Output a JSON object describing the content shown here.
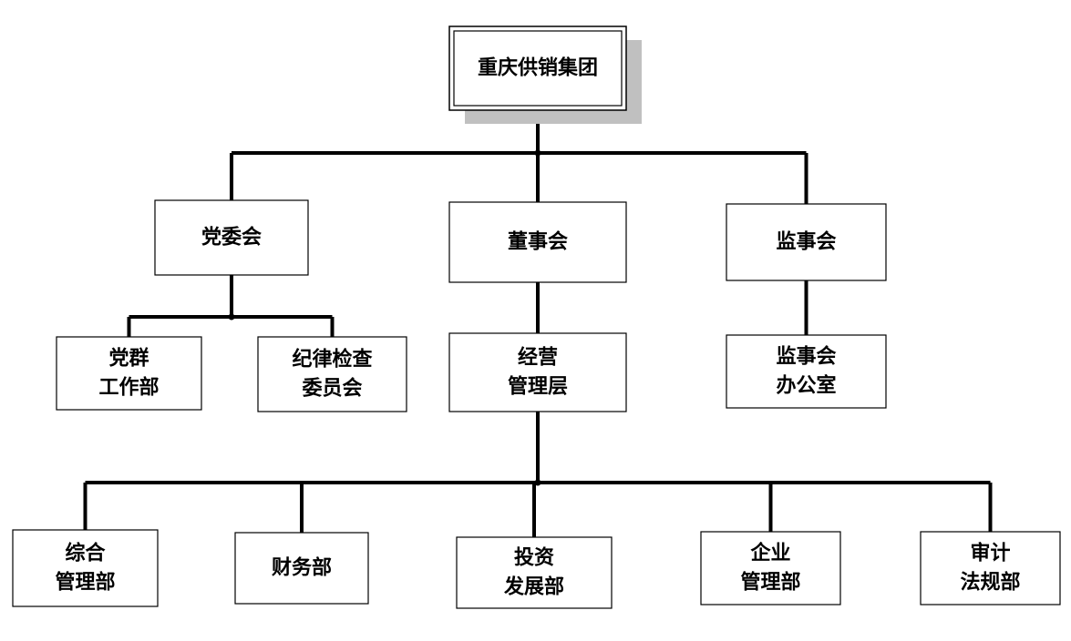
{
  "diagram": {
    "nodes": [
      {
        "id": "root",
        "lines": [
          "重庆供销集团"
        ]
      },
      {
        "id": "party-committee",
        "lines": [
          "党委会"
        ]
      },
      {
        "id": "board",
        "lines": [
          "董事会"
        ]
      },
      {
        "id": "supervisory-board",
        "lines": [
          "监事会"
        ]
      },
      {
        "id": "party-work-dept",
        "lines": [
          "党群",
          "工作部"
        ]
      },
      {
        "id": "discipline-committee",
        "lines": [
          "纪律检查",
          "委员会"
        ]
      },
      {
        "id": "management",
        "lines": [
          "经营",
          "管理层"
        ]
      },
      {
        "id": "supervisory-office",
        "lines": [
          "监事会",
          "办公室"
        ]
      },
      {
        "id": "general-mgmt-dept",
        "lines": [
          "综合",
          "管理部"
        ]
      },
      {
        "id": "finance-dept",
        "lines": [
          "财务部"
        ]
      },
      {
        "id": "investment-dept",
        "lines": [
          "投资",
          "发展部"
        ]
      },
      {
        "id": "enterprise-mgmt-dept",
        "lines": [
          "企业",
          "管理部"
        ]
      },
      {
        "id": "audit-legal-dept",
        "lines": [
          "审计",
          "法规部"
        ]
      }
    ],
    "edges": [
      {
        "from": "root",
        "to": "party-committee"
      },
      {
        "from": "root",
        "to": "board"
      },
      {
        "from": "root",
        "to": "supervisory-board"
      },
      {
        "from": "party-committee",
        "to": "party-work-dept"
      },
      {
        "from": "party-committee",
        "to": "discipline-committee"
      },
      {
        "from": "board",
        "to": "management"
      },
      {
        "from": "supervisory-board",
        "to": "supervisory-office"
      },
      {
        "from": "management",
        "to": "general-mgmt-dept"
      },
      {
        "from": "management",
        "to": "finance-dept"
      },
      {
        "from": "management",
        "to": "investment-dept"
      },
      {
        "from": "management",
        "to": "enterprise-mgmt-dept"
      },
      {
        "from": "management",
        "to": "audit-legal-dept"
      }
    ],
    "colors": {
      "line": "#000000",
      "box_fill": "#ffffff",
      "root_shadow": "#c0c0c0"
    }
  }
}
